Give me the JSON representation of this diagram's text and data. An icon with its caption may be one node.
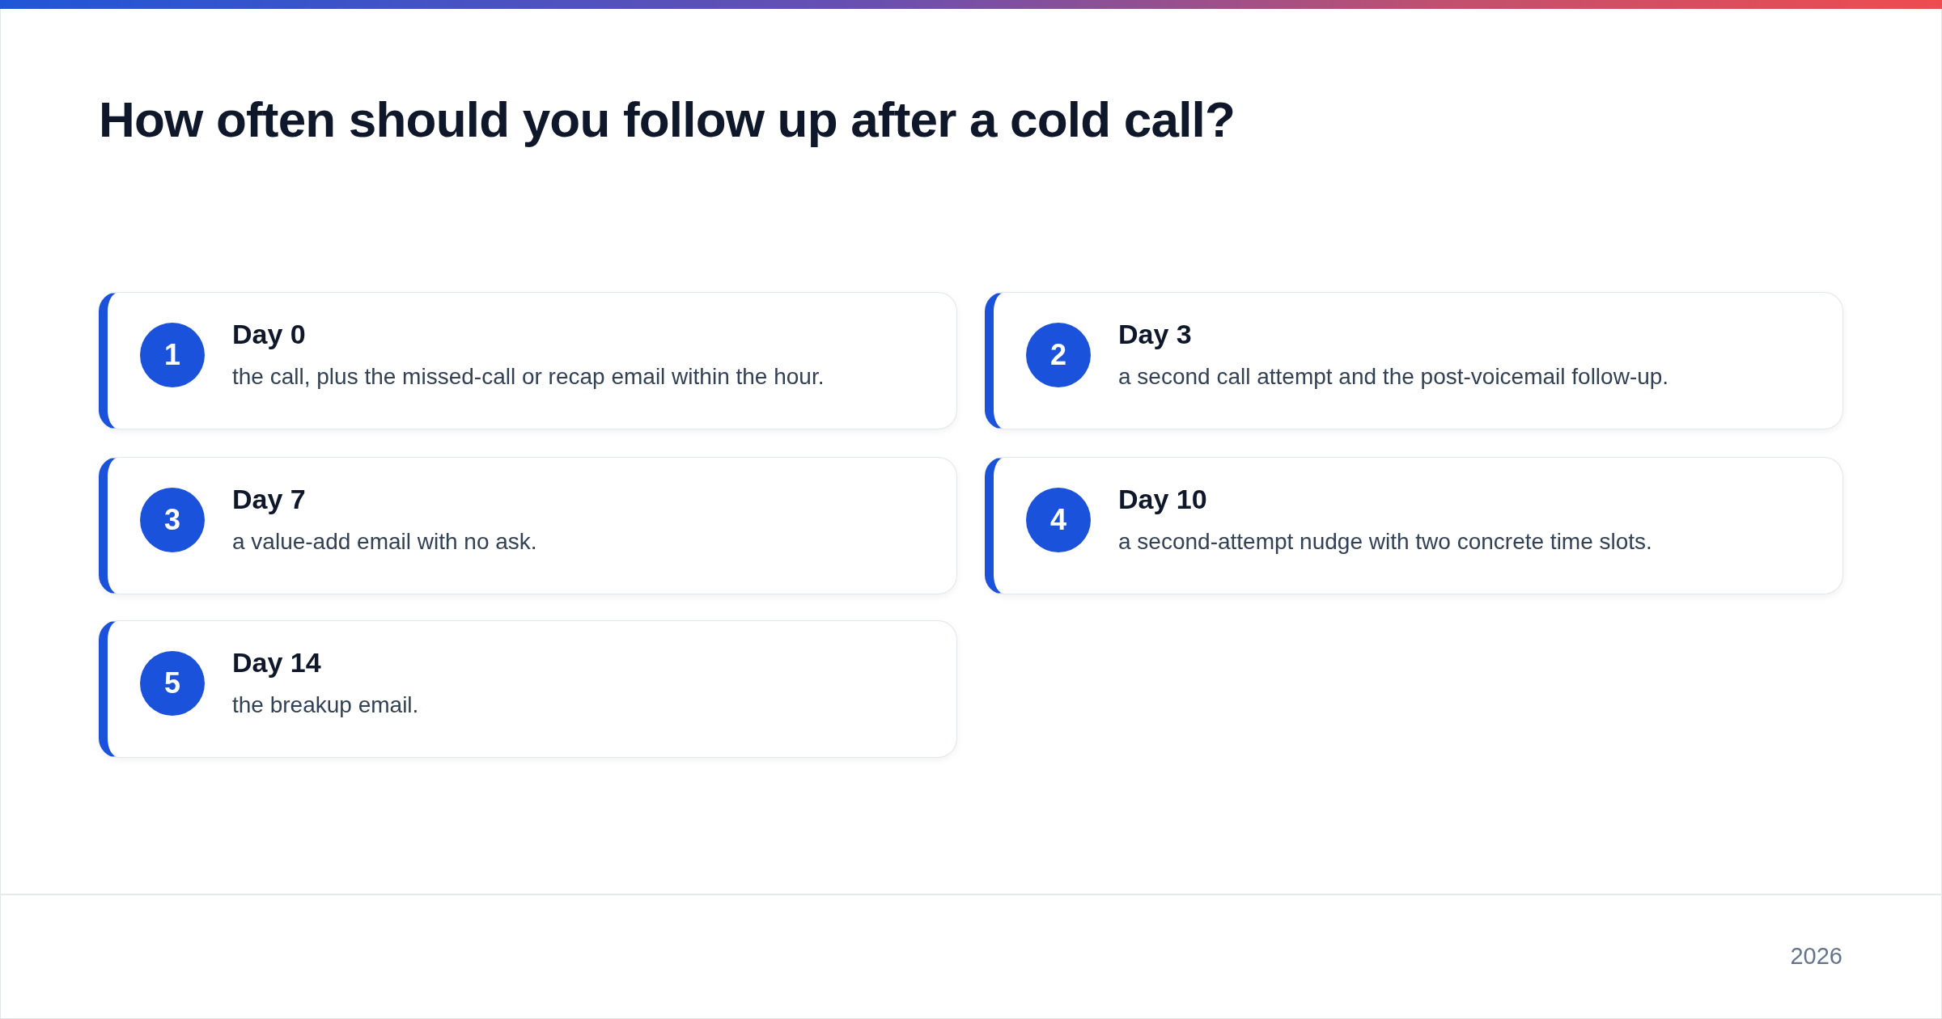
{
  "diagram": {
    "title": "How often should you follow up after a cold call?",
    "nodes": [
      {
        "text": [
          "Day 0",
          "the call, plus the missed-call or recap email within the hour."
        ]
      },
      {
        "text": [
          "1"
        ],
        "in": 0
      },
      {
        "text": [
          "Day 3",
          "a second call attempt and the post-voicemail follow-up."
        ]
      },
      {
        "text": [
          "2"
        ],
        "in": 2
      },
      {
        "text": [
          "Day 7",
          "a value-add email with no ask."
        ]
      },
      {
        "text": [
          "3"
        ],
        "in": 4
      },
      {
        "text": [
          "Day 10",
          "a second-attempt nudge with two concrete time slots."
        ]
      },
      {
        "text": [
          "4"
        ],
        "in": 6
      },
      {
        "text": [
          "Day 14",
          "the breakup email."
        ]
      },
      {
        "text": [
          "5"
        ],
        "in": 8
      }
    ],
    "labels": [
      "2026"
    ]
  }
}
